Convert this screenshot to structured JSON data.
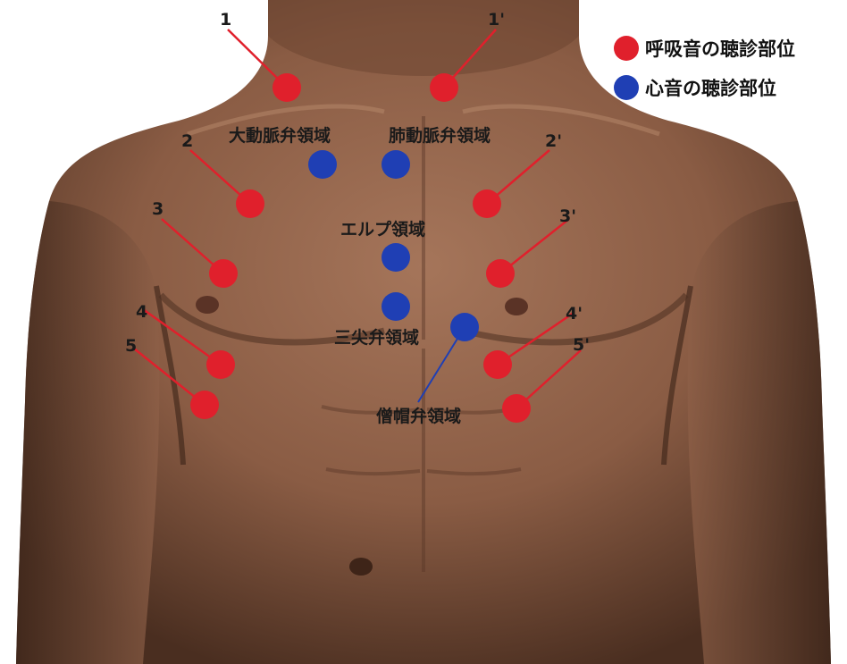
{
  "legend": {
    "respiratory": {
      "label": "呼吸音の聴診部位",
      "color": "#e0202c"
    },
    "heart": {
      "label": "心音の聴診部位",
      "color": "#1f3fb4"
    }
  },
  "respiratory_points": [
    "1",
    "1'",
    "2",
    "2'",
    "3",
    "3'",
    "4",
    "4'",
    "5",
    "5'"
  ],
  "heart_areas": {
    "aortic": "大動脈弁領域",
    "pulmonic": "肺動脈弁領域",
    "erb": "エルプ領域",
    "tricuspid": "三尖弁領域",
    "mitral": "僧帽弁領域"
  }
}
